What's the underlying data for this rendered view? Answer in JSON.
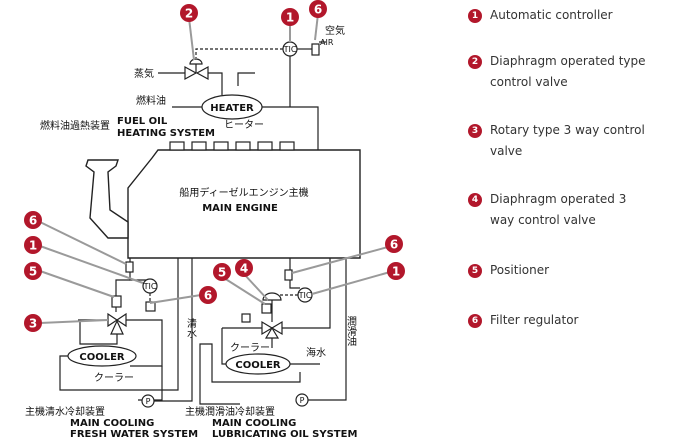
{
  "diagram": {
    "heater": "HEATER",
    "heater_jp": "ヒーター",
    "steam": "蒸気",
    "fuel_oil_jp": "燃料油",
    "air_jp": "空気",
    "air": "AIR",
    "fuel_heating_jp": "燃料油過熱装置",
    "fuel_heating_en_1": "FUEL OIL",
    "fuel_heating_en_2": "HEATING SYSTEM",
    "engine_jp": "船用ディーゼルエンジン主機",
    "engine_en": "MAIN ENGINE",
    "tic": "TIC",
    "cooler": "COOLER",
    "cooler_jp": "クーラー",
    "sea_water": "海水",
    "fresh_water_v": "清水",
    "lube_oil_v": "潤滑油",
    "pump": "P",
    "fw_system_jp": "主機清水冷却装置",
    "fw_system_en_1": "MAIN COOLING",
    "fw_system_en_2": "FRESH WATER SYSTEM",
    "lo_system_jp": "主機潤滑油冷却装置",
    "lo_system_en_1": "MAIN COOLING",
    "lo_system_en_2": "LUBRICATING OIL SYSTEM",
    "callouts": [
      "1",
      "2",
      "3",
      "4",
      "5",
      "6"
    ]
  },
  "legend": [
    {
      "num": "1",
      "text": "Automatic controller"
    },
    {
      "num": "2",
      "text": "Diaphragm operated type control valve"
    },
    {
      "num": "3",
      "text": "Rotary type 3 way control valve"
    },
    {
      "num": "4",
      "text": "Diaphragm operated 3 way control valve"
    },
    {
      "num": "5",
      "text": "Positioner"
    },
    {
      "num": "6",
      "text": "Filter regulator"
    }
  ],
  "colors": {
    "badge": "#b2172b",
    "leader": "#9a9a9a",
    "line": "#222222"
  }
}
